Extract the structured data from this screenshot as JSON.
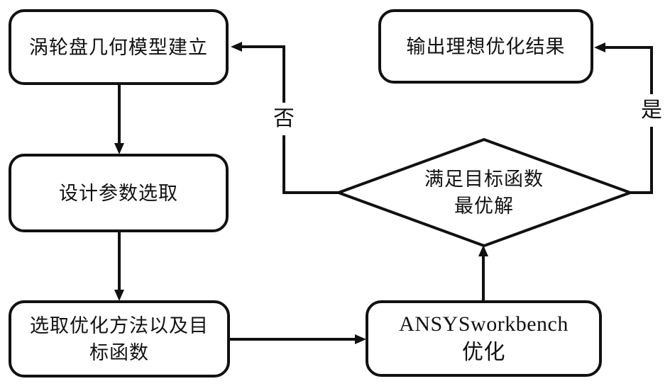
{
  "colors": {
    "ink": "#111111",
    "background": "#ffffff"
  },
  "nodes": {
    "model": {
      "label": "涡轮盘几何模型建立"
    },
    "params": {
      "label": "设计参数选取"
    },
    "method": {
      "line1": "选取优化方法以及目",
      "line2": "标函数"
    },
    "ansys": {
      "line1": "ANSYSworkbench",
      "line2": "优化"
    },
    "decision": {
      "line1": "满足目标函数",
      "line2": "最优解"
    },
    "output": {
      "label": "输出理想优化结果"
    }
  },
  "branches": {
    "no": "否",
    "yes": "是"
  }
}
